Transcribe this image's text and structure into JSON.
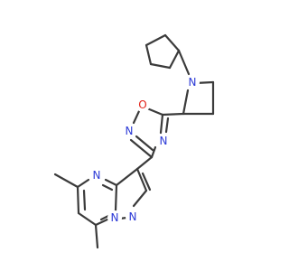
{
  "molecule": {
    "atom_labels": {
      "n_azetidine": "N",
      "o_oxadiazole": "O",
      "n2_oxadiazole": "N",
      "n4_oxadiazole": "N",
      "n_pyrimidine": "N",
      "n_bridge": "N",
      "n_pyrazole": "N"
    }
  },
  "colors": {
    "bond": "#3b3b3b",
    "nitrogen": "#2b39d6",
    "oxygen": "#e2231a",
    "background": "#ffffff"
  }
}
